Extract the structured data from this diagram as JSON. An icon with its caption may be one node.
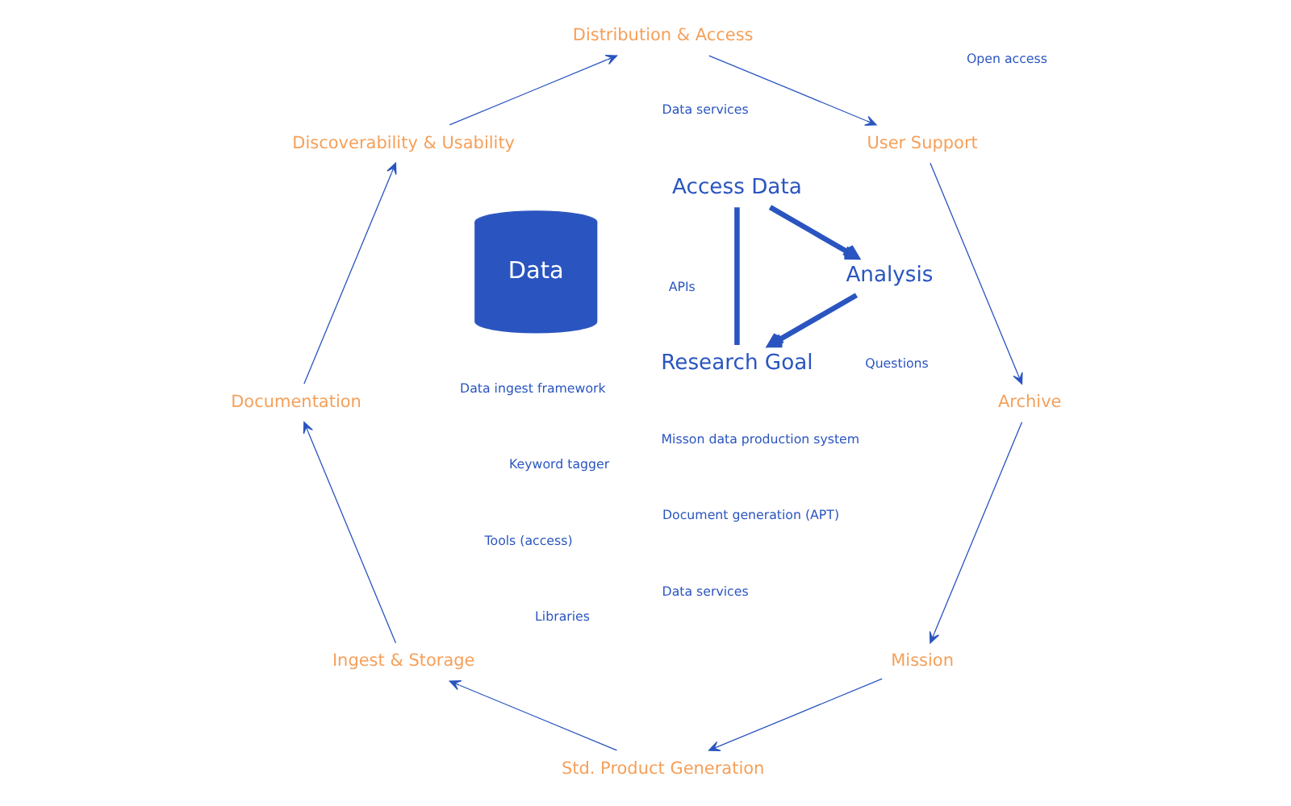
{
  "diagram": {
    "nodes": [
      {
        "text": [
          "Mission"
        ]
      },
      {
        "text": [
          "Std. Product Generation"
        ]
      },
      {
        "text": [
          "Ingest & Storage"
        ]
      },
      {
        "text": [
          "Documentation"
        ]
      },
      {
        "text": [
          "Discoverability & Usability"
        ]
      },
      {
        "text": [
          "Distribution & Access"
        ]
      },
      {
        "text": [
          "User Support"
        ]
      },
      {
        "text": [
          "Archive"
        ]
      },
      {
        "text": [
          "Data"
        ]
      },
      {
        "text": [
          "Research Goal"
        ]
      },
      {
        "text": [
          "Access Data"
        ]
      },
      {
        "text": [
          "Analysis"
        ]
      }
    ],
    "edges": [
      {
        "from": 7,
        "to": 0,
        "arrow": "to"
      },
      {
        "from": 0,
        "to": 1,
        "arrow": "to"
      },
      {
        "from": 1,
        "to": 2,
        "arrow": "to"
      },
      {
        "from": 2,
        "to": 3,
        "arrow": "to"
      },
      {
        "from": 3,
        "to": 4,
        "arrow": "to"
      },
      {
        "from": 4,
        "to": 5,
        "arrow": "to"
      },
      {
        "from": 5,
        "to": 6,
        "arrow": "to"
      },
      {
        "from": 6,
        "to": 7,
        "arrow": "to"
      },
      {
        "from": 11,
        "to": 9,
        "arrow": "to",
        "style": "thick"
      },
      {
        "from": 9,
        "to": 10,
        "arrow": "none",
        "style": "thick"
      },
      {
        "from": 10,
        "to": 11,
        "arrow": "to",
        "style": "thick"
      }
    ],
    "labels": [
      "Misson data production system",
      "Tools (access)",
      "Data services",
      "Questions",
      "Data ingest framework",
      "Document generation (APT)",
      "Data services",
      "APIs",
      "Libraries",
      "Open access",
      "Keyword tagger"
    ]
  }
}
